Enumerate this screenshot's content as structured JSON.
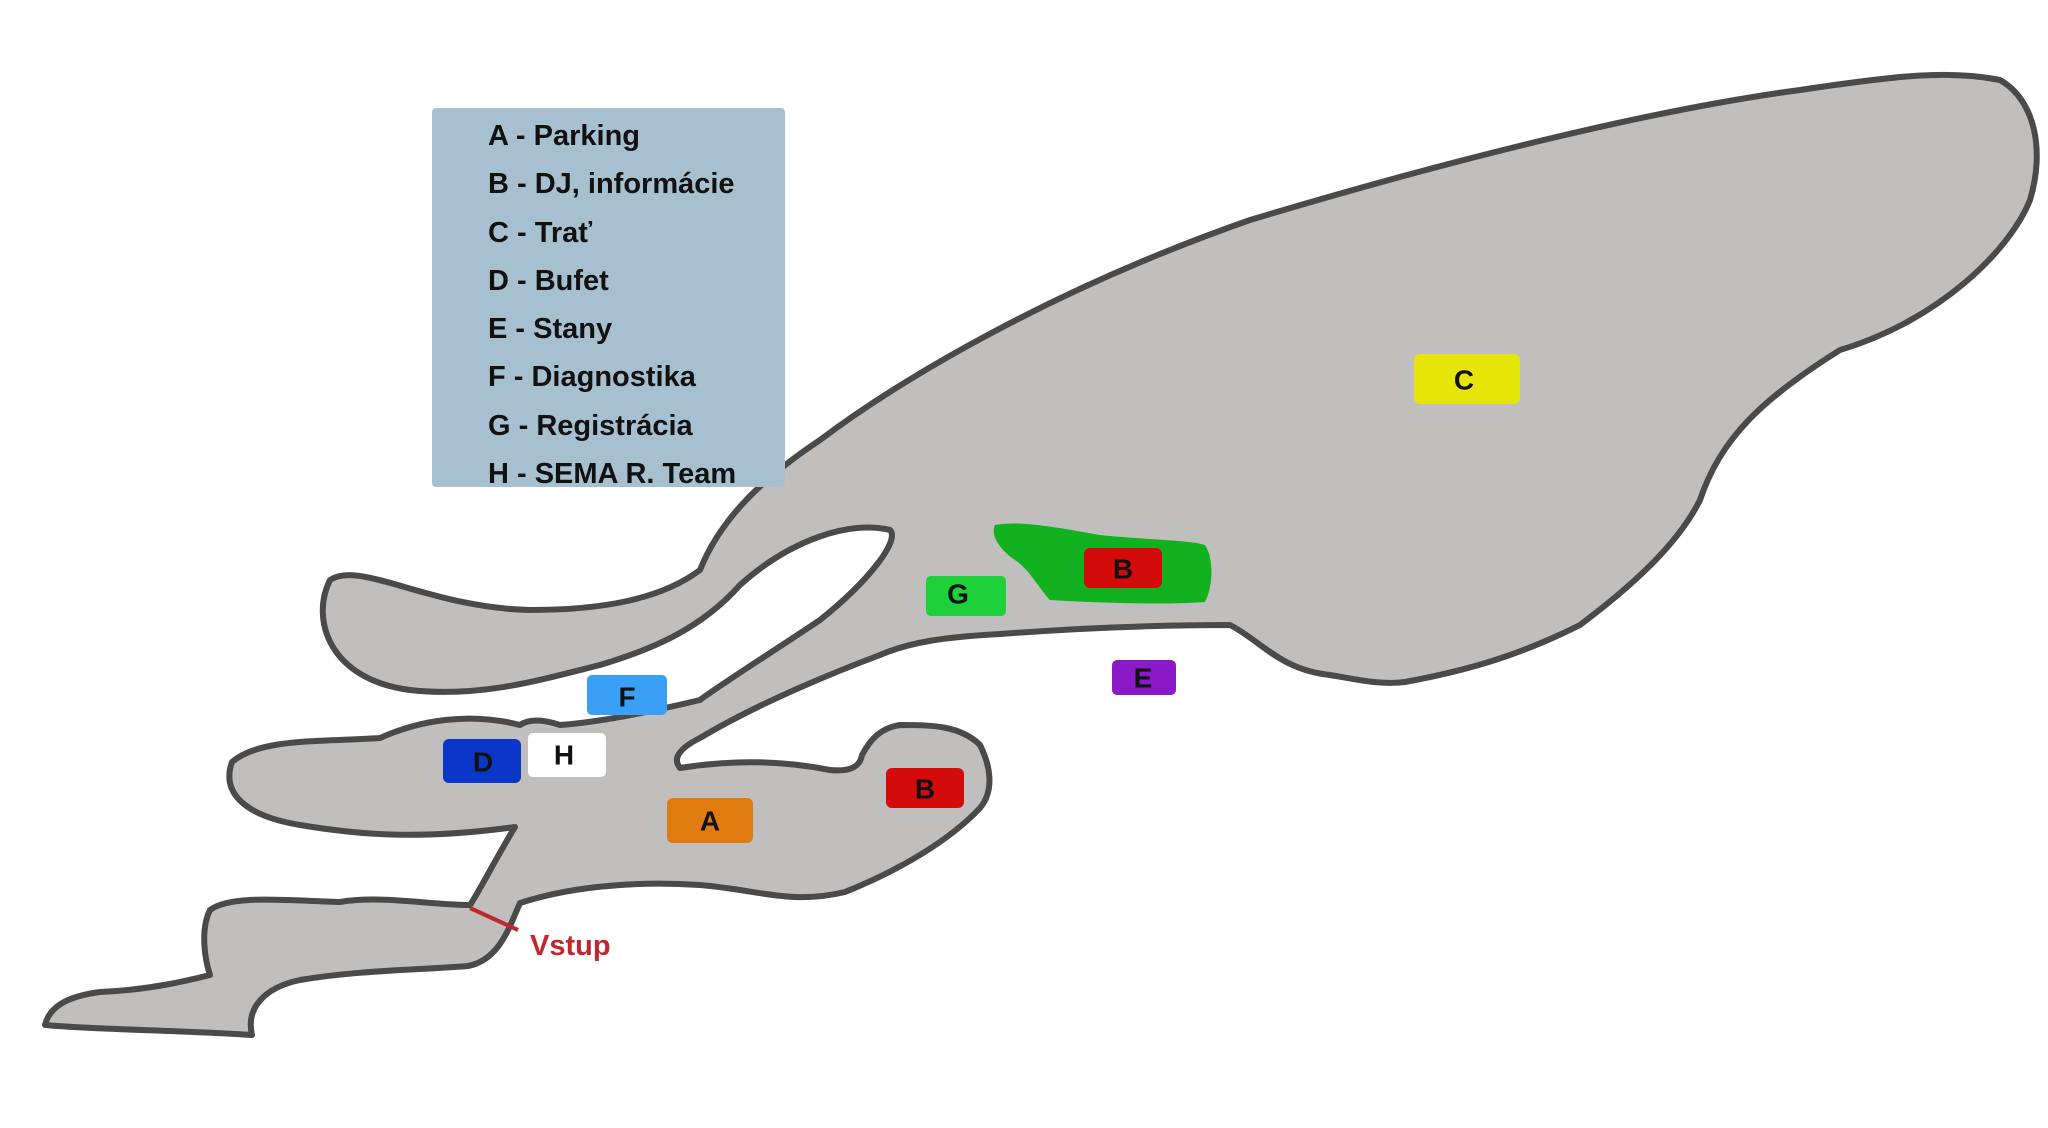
{
  "legend": {
    "items": [
      "A - Parking",
      "B - DJ, informácie",
      "C - Trať",
      "D - Bufet",
      "E - Stany",
      "F - Diagnostika",
      "G - Registrácia",
      "H - SEMA R. Team"
    ]
  },
  "markers": {
    "a": {
      "label": "A",
      "color": "#e07b10"
    },
    "b1": {
      "label": "B",
      "color": "#d40b0b"
    },
    "b2": {
      "label": "B",
      "color": "#d40b0b"
    },
    "c": {
      "label": "C",
      "color": "#e6e60a"
    },
    "d": {
      "label": "D",
      "color": "#0a37c8"
    },
    "e": {
      "label": "E",
      "color": "#8a1ac8"
    },
    "f": {
      "label": "F",
      "color": "#3aa0f5"
    },
    "g": {
      "label": "G",
      "color": "#1ed03a"
    },
    "h": {
      "label": "H",
      "color": "#ffffff"
    }
  },
  "entrance": {
    "label": "Vstup",
    "color": "#c1272d"
  },
  "colors": {
    "terrain": "#c0bfbe",
    "outline": "#4a4a4a",
    "dj_area": "#11b11f",
    "legend_bg": "#a6c0d0"
  }
}
